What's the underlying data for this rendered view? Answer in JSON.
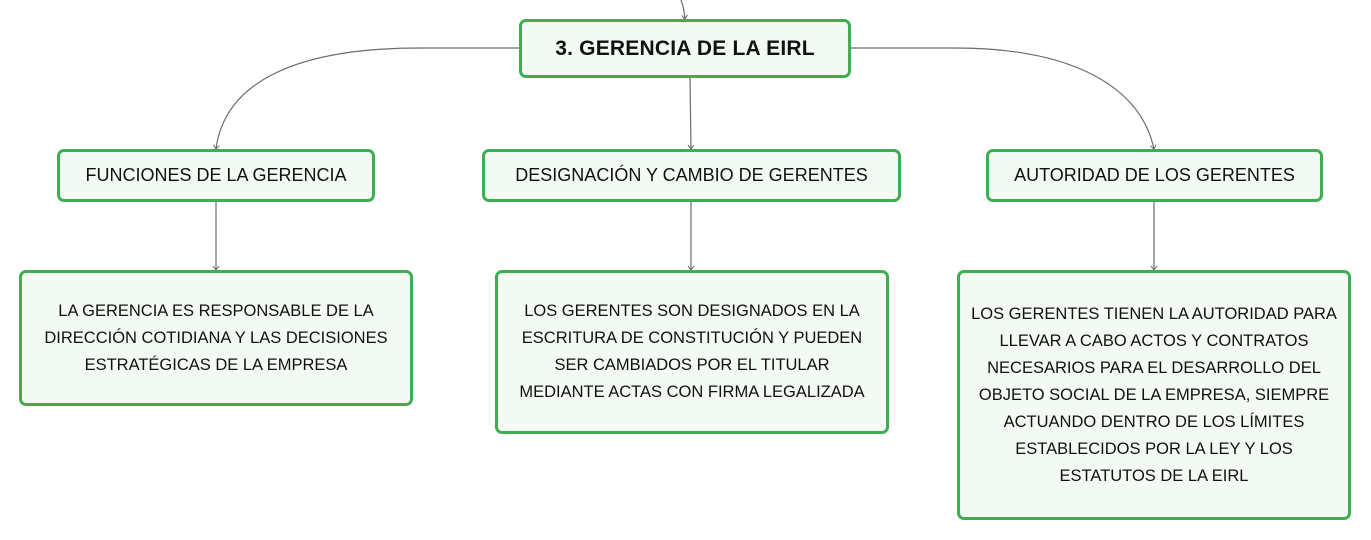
{
  "diagram": {
    "root": {
      "label": "3. GERENCIA DE LA EIRL"
    },
    "branches": [
      {
        "label": "FUNCIONES DE LA GERENCIA",
        "detail": "LA GERENCIA ES RESPONSABLE DE LA DIRECCIÓN COTIDIANA Y LAS DECISIONES ESTRATÉGICAS DE LA EMPRESA"
      },
      {
        "label": "DESIGNACIÓN Y CAMBIO DE GERENTES",
        "detail": "LOS GERENTES SON DESIGNADOS EN LA ESCRITURA DE CONSTITUCIÓN Y PUEDEN SER CAMBIADOS POR EL TITULAR MEDIANTE ACTAS CON FIRMA LEGALIZADA"
      },
      {
        "label": "AUTORIDAD DE LOS GERENTES",
        "detail": "LOS GERENTES TIENEN LA AUTORIDAD PARA LLEVAR A CABO ACTOS Y CONTRATOS NECESARIOS PARA EL DESARROLLO DEL OBJETO SOCIAL DE LA EMPRESA, SIEMPRE ACTUANDO DENTRO DE LOS LÍMITES ESTABLECIDOS POR LA LEY Y LOS ESTATUTOS DE LA EIRL"
      }
    ]
  },
  "colors": {
    "node_border": "#3fae52",
    "node_fill": "#f3faf4",
    "connector": "#6b6b6b",
    "text": "#111111"
  }
}
